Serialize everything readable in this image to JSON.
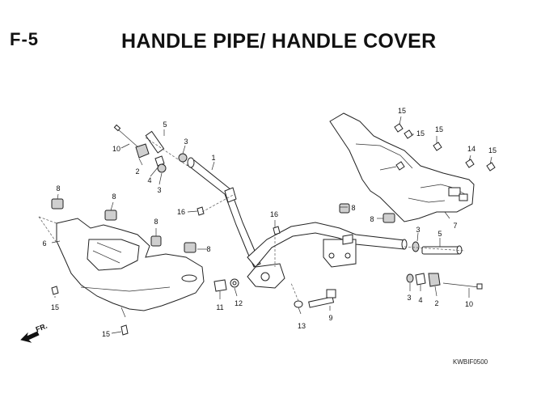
{
  "header": {
    "section_code": "F-5",
    "title": "HANDLE PIPE/ HANDLE COVER"
  },
  "footer": {
    "drawing_code": "KWBIF0500"
  },
  "direction_label": "FR.",
  "callouts": [
    {
      "id": "c1",
      "label": "1"
    },
    {
      "id": "c2a",
      "label": "2"
    },
    {
      "id": "c2b",
      "label": "2"
    },
    {
      "id": "c3a",
      "label": "3"
    },
    {
      "id": "c3b",
      "label": "3"
    },
    {
      "id": "c3c",
      "label": "3"
    },
    {
      "id": "c3d",
      "label": "3"
    },
    {
      "id": "c4a",
      "label": "4"
    },
    {
      "id": "c4b",
      "label": "4"
    },
    {
      "id": "c5a",
      "label": "5"
    },
    {
      "id": "c5b",
      "label": "5"
    },
    {
      "id": "c6",
      "label": "6"
    },
    {
      "id": "c7",
      "label": "7"
    },
    {
      "id": "c8a",
      "label": "8"
    },
    {
      "id": "c8b",
      "label": "8"
    },
    {
      "id": "c8c",
      "label": "8"
    },
    {
      "id": "c8d",
      "label": "8"
    },
    {
      "id": "c8e",
      "label": "8"
    },
    {
      "id": "c8f",
      "label": "8"
    },
    {
      "id": "c9",
      "label": "9"
    },
    {
      "id": "c10a",
      "label": "10"
    },
    {
      "id": "c10b",
      "label": "10"
    },
    {
      "id": "c11",
      "label": "11"
    },
    {
      "id": "c12",
      "label": "12"
    },
    {
      "id": "c13",
      "label": "13"
    },
    {
      "id": "c14",
      "label": "14"
    },
    {
      "id": "c15a",
      "label": "15"
    },
    {
      "id": "c15b",
      "label": "15"
    },
    {
      "id": "c15c",
      "label": "15"
    },
    {
      "id": "c15d",
      "label": "15"
    },
    {
      "id": "c15e",
      "label": "15"
    },
    {
      "id": "c15f",
      "label": "15"
    },
    {
      "id": "c16a",
      "label": "16"
    },
    {
      "id": "c16b",
      "label": "16"
    }
  ]
}
